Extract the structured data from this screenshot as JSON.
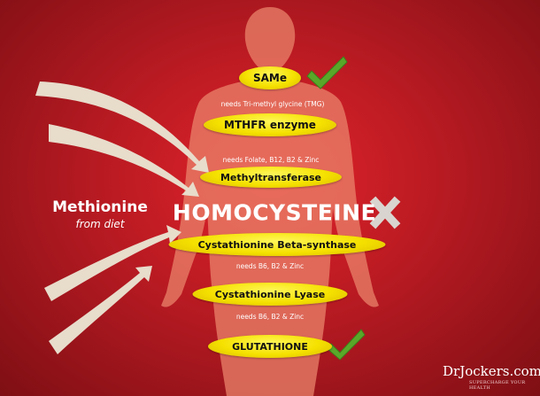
{
  "pathway": [
    {
      "label": "SAMe",
      "status": "check"
    },
    {
      "caption": "needs Tri-methyl glycine (TMG)"
    },
    {
      "label": "MTHFR enzyme"
    },
    {
      "caption": "needs Folate, B12, B2 & Zinc"
    },
    {
      "label": "Methyltransferase"
    },
    {
      "label": "HOMOCYSTEINE",
      "status": "cross"
    },
    {
      "label": "Cystathionine Beta-synthase"
    },
    {
      "caption": "needs B6, B2 & Zinc"
    },
    {
      "label": "Cystathionine Lyase"
    },
    {
      "caption": "needs B6, B2 & Zinc"
    },
    {
      "label": "GLUTATHIONE",
      "status": "check"
    }
  ],
  "source": {
    "title": "Methionine",
    "subtitle": "from diet"
  },
  "brand": {
    "name": "DrJockers.com",
    "tagline": "SUPERCHARGE YOUR HEALTH"
  },
  "colors": {
    "background": "#c41c24",
    "pill": "#f5e100",
    "check": "#5aa82a",
    "cross": "#d9d4cf"
  }
}
